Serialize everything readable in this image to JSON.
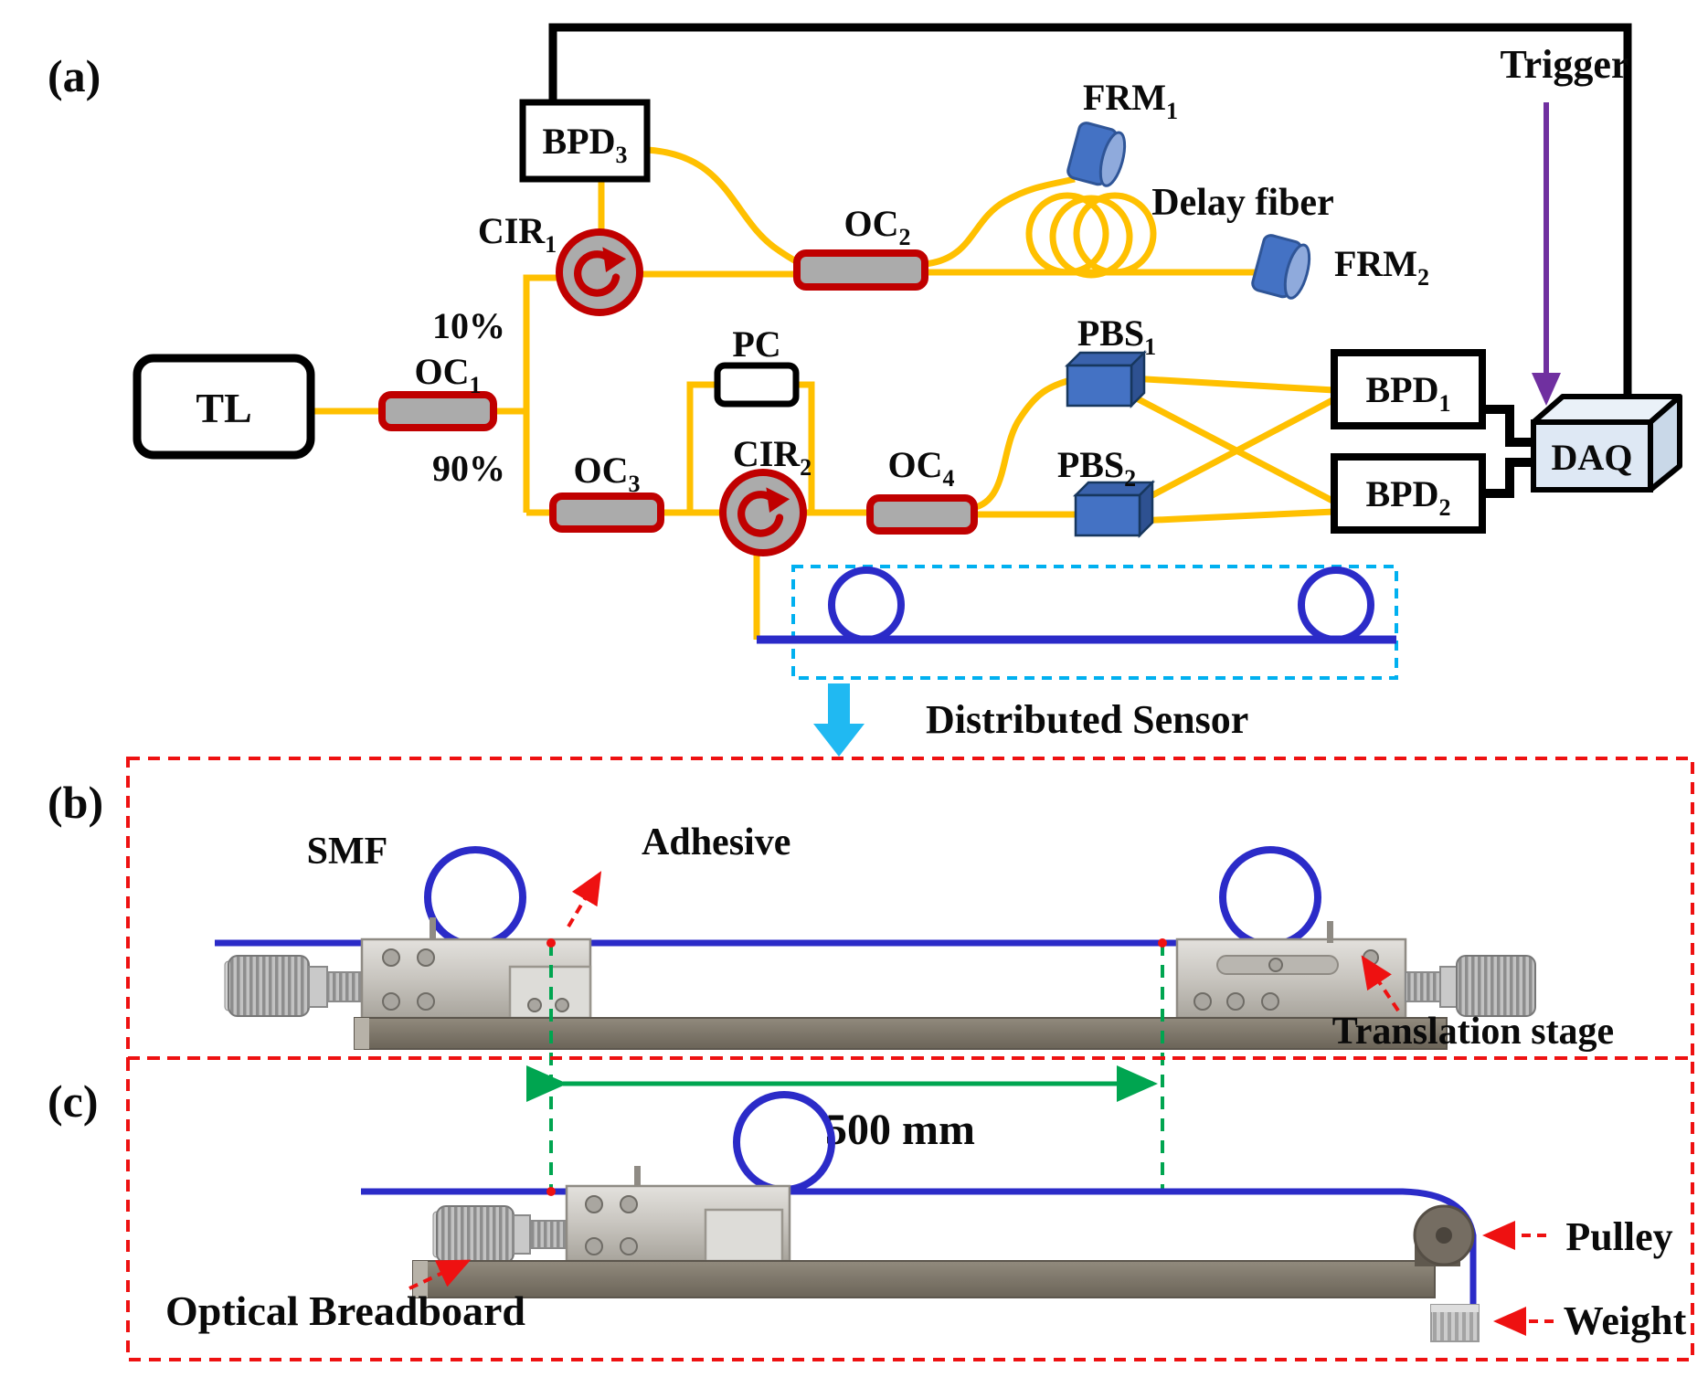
{
  "figure": {
    "panel_a": {
      "label": "(a)",
      "components": {
        "tl": {
          "label": "TL"
        },
        "oc1": {
          "main": "OC",
          "sub": "1"
        },
        "oc2": {
          "main": "OC",
          "sub": "2"
        },
        "oc3": {
          "main": "OC",
          "sub": "3"
        },
        "oc4": {
          "main": "OC",
          "sub": "4"
        },
        "cir1": {
          "main": "CIR",
          "sub": "1"
        },
        "cir2": {
          "main": "CIR",
          "sub": "2"
        },
        "bpd1": {
          "main": "BPD",
          "sub": "1"
        },
        "bpd2": {
          "main": "BPD",
          "sub": "2"
        },
        "bpd3": {
          "main": "BPD",
          "sub": "3"
        },
        "frm1": {
          "main": "FRM",
          "sub": "1"
        },
        "frm2": {
          "main": "FRM",
          "sub": "2"
        },
        "pbs1": {
          "main": "PBS",
          "sub": "1"
        },
        "pbs2": {
          "main": "PBS",
          "sub": "2"
        },
        "pc": {
          "label": "PC"
        },
        "daq": {
          "label": "DAQ"
        }
      },
      "annotations": {
        "trigger": "Trigger",
        "delay_fiber": "Delay fiber",
        "split_10": "10%",
        "split_90": "90%",
        "distributed_sensor": "Distributed Sensor"
      }
    },
    "panel_b": {
      "label": "(b)",
      "annotations": {
        "smf": "SMF",
        "adhesive": "Adhesive",
        "translation_stage": "Translation stage"
      }
    },
    "panel_c": {
      "label": "(c)",
      "annotations": {
        "distance": "500 mm",
        "optical_breadboard": "Optical Breadboard",
        "pulley": "Pulley",
        "weight": "Weight"
      }
    },
    "colors": {
      "fiber_yellow": "#FFC000",
      "electrical_black": "#000000",
      "component_red": "#C00000",
      "component_gray": "#ABABAB",
      "optic_blue": "#4472C4",
      "sensor_fiber_blue": "#2B2BC8",
      "dashed_cyan": "#00B0F0",
      "dashed_red": "#EE1111",
      "dimension_green": "#00A550",
      "trigger_purple": "#7030A0",
      "daq_fill": "#DEE8F4"
    }
  }
}
